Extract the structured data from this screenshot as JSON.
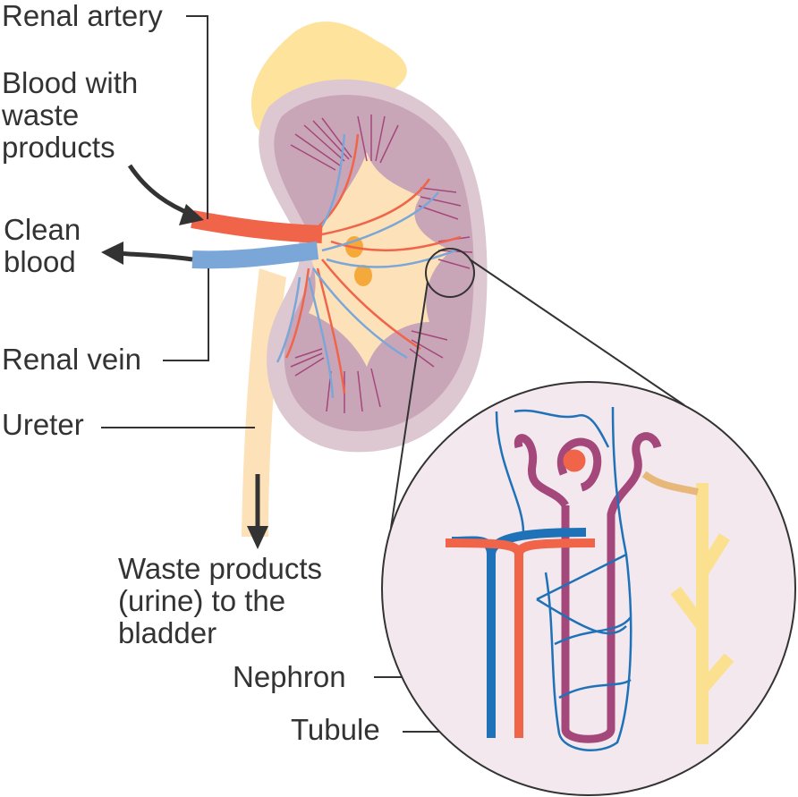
{
  "labels": {
    "renal_artery": "Renal artery",
    "blood_waste": [
      "Blood with",
      "waste",
      "products"
    ],
    "clean_blood": [
      "Clean",
      "blood"
    ],
    "renal_vein": "Renal vein",
    "ureter": "Ureter",
    "waste_urine": [
      "Waste products",
      "(urine) to the",
      "bladder"
    ],
    "nephron": "Nephron",
    "tubule": "Tubule"
  },
  "colors": {
    "artery": "#f0654a",
    "vein": "#7ba7d8",
    "kidney_outer": "#ddc7d0",
    "kidney_inner": "#c9a5b8",
    "pelvis": "#fde1b8",
    "adrenal": "#fde39b",
    "nephron_loop": "#a4477a",
    "capillary": "#1f72b8",
    "tubule": "#fbe08f",
    "text": "#333333"
  }
}
